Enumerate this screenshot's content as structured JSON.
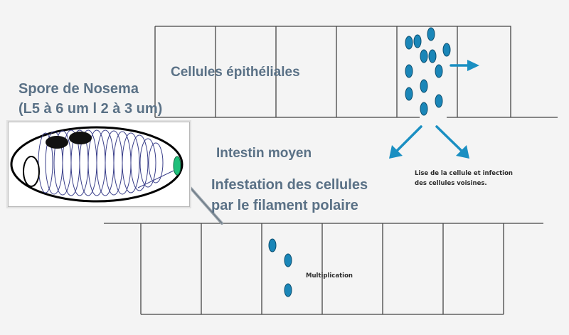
{
  "labels": {
    "spore_title": "Spore de Nosema",
    "spore_size": "(L5 à 6 um l 2 à 3 um)",
    "epithelial_cells": "Cellules épithéliales",
    "midgut": "Intestin moyen",
    "infestation_line1": "Infestation des cellules",
    "infestation_line2": "par le filament polaire",
    "lysis_line1": "Lise de la cellule et infection",
    "lysis_line2": "des cellules voisines.",
    "multiplication": "Multiplication"
  },
  "colors": {
    "label_text": "#5a7186",
    "spore_fill": "#1a86b8",
    "arrow": "#1a8fc2",
    "cell_line": "#444444",
    "polar_tube": "#3a3f8a",
    "anchoring_disc": "#1fbf7a",
    "background": "#f4f4f4"
  }
}
